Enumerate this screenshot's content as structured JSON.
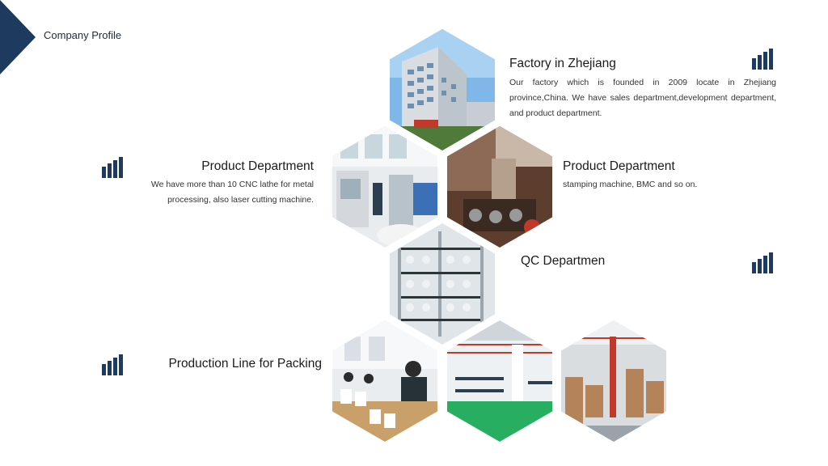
{
  "header": {
    "title": "Company Profile",
    "accent_color": "#1e3a5f"
  },
  "sections": {
    "factory": {
      "title": "Factory in Zhejiang",
      "description": "Our factory which is founded in 2009 locate in Zhejiang province,China. We have sales department,development department, and product department."
    },
    "product_left": {
      "title": "Product Department",
      "description": "We have more than 10 CNC lathe for metal processing, also laser cutting machine."
    },
    "product_right": {
      "title": "Product Department",
      "description": "stamping machine, BMC and so on."
    },
    "qc": {
      "title": "QC Departmen"
    },
    "packing": {
      "title": "Production Line for Packing"
    }
  },
  "icons": {
    "bar": "signal-bars-icon"
  },
  "colors": {
    "navy": "#1e3a5f",
    "text": "#1b1b1b"
  }
}
